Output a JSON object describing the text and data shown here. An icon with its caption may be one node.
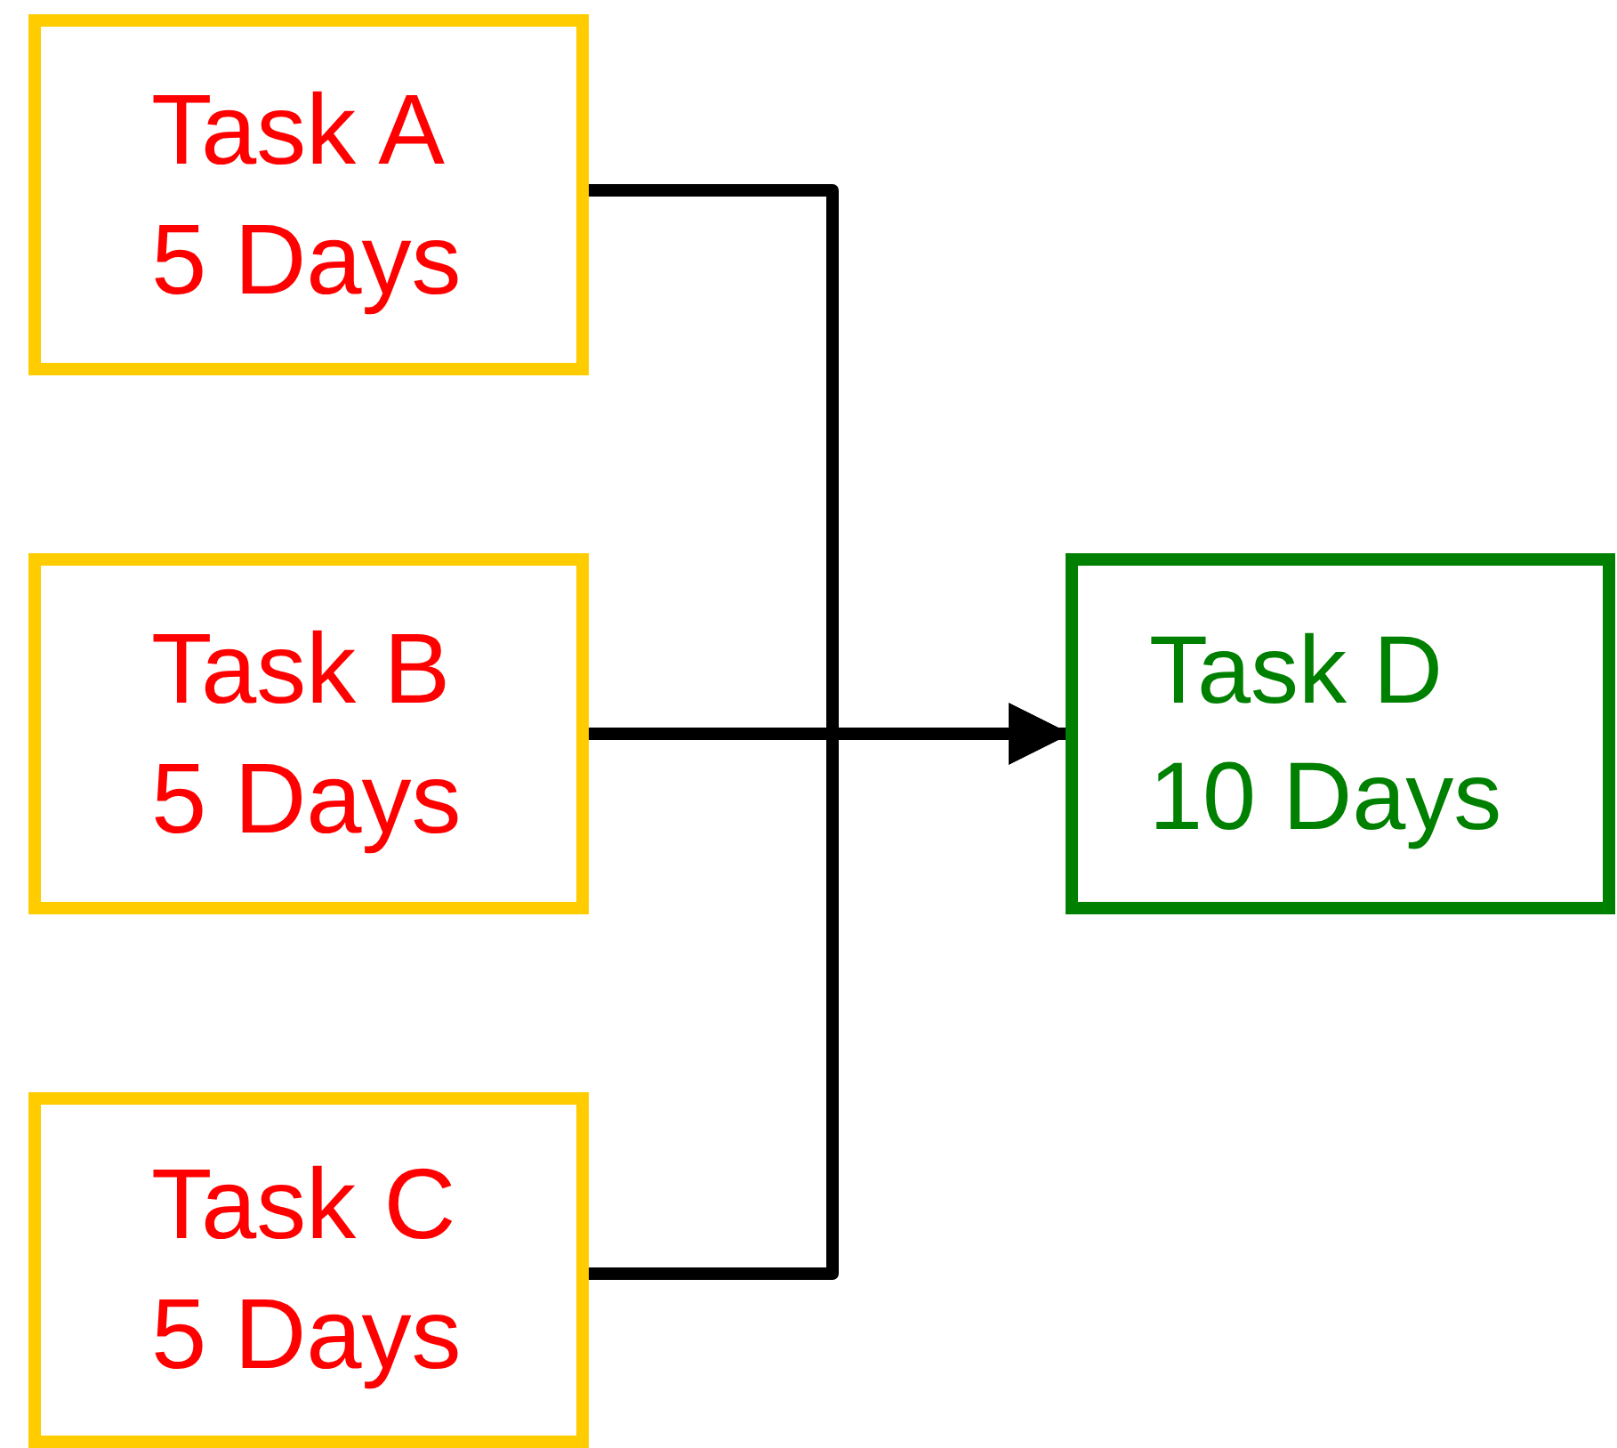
{
  "diagram": {
    "nodes": [
      {
        "text": [
          "Task A",
          "5 Days"
        ]
      },
      {
        "text": [
          "Task B",
          "5 Days"
        ]
      },
      {
        "text": [
          "Task C",
          "5 Days"
        ]
      },
      {
        "text": [
          "Task D",
          "10 Days"
        ]
      }
    ],
    "edges": [
      {
        "from": 0,
        "to": 3,
        "arrow": "to"
      },
      {
        "from": 1,
        "to": 3,
        "arrow": "to"
      },
      {
        "from": 2,
        "to": 3,
        "arrow": "to"
      }
    ]
  }
}
